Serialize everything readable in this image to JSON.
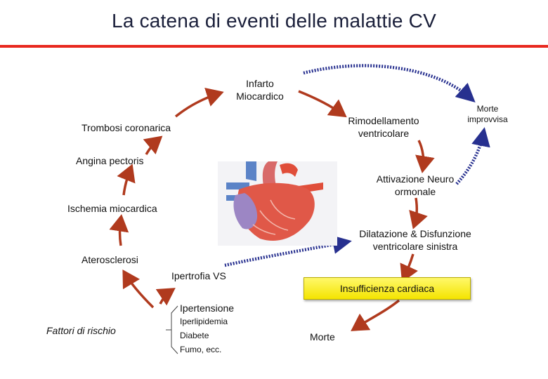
{
  "title": "La catena di eventi delle malattie CV",
  "nodes": {
    "infarto": [
      "Infarto",
      "Miocardico"
    ],
    "rimodellamento": [
      "Rimodellamento",
      "ventricolare"
    ],
    "morte_improvvisa": [
      "Morte",
      "improvvisa"
    ],
    "trombosi": "Trombosi coronarica",
    "angina": "Angina pectoris",
    "attivazione": [
      "Attivazione Neuro",
      "ormonale"
    ],
    "ischemia": "Ischemia miocardica",
    "dilatazione": [
      "Dilatazione & Disfunzione",
      "ventricolare sinistra"
    ],
    "aterosclerosi": "Aterosclerosi",
    "ipertrofia": "Ipertrofia VS",
    "insufficienza": "Insufficienza cardiaca",
    "fattori": "Fattori di rischio",
    "morte": "Morte"
  },
  "risk_factors": [
    "Ipertensione",
    "Iperlipidemia",
    "Diabete",
    "Fumo, ecc."
  ],
  "colors": {
    "title_rule": "#e8281f",
    "arrow_solid": "#b03a1e",
    "arrow_dotted": "#27308f",
    "highlight": "#f4e400"
  },
  "icons": [
    "heart-illustration"
  ]
}
